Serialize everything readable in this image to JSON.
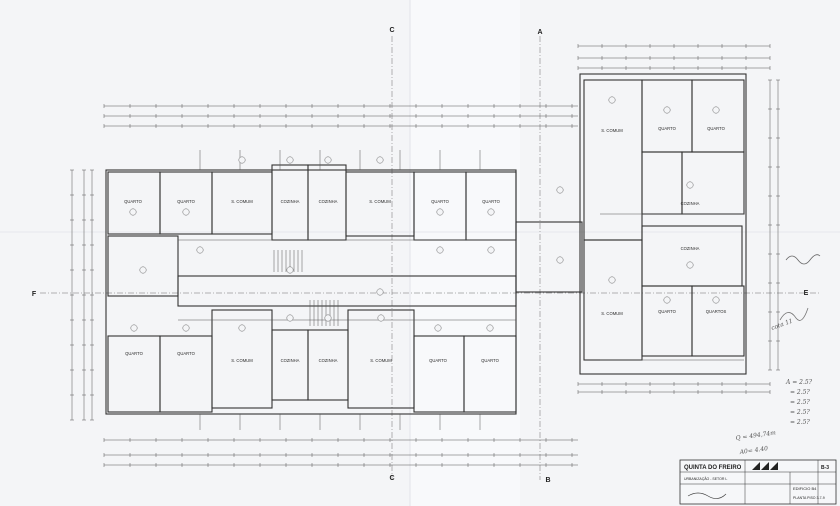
{
  "rooms": {
    "quarto": "QUARTO",
    "s_comum": "S. COMUM",
    "cozinha": "COZINHA",
    "quartos": "QUARTOS"
  },
  "axis_markers": {
    "top_c": "C",
    "top_a": "A",
    "left_f": "F",
    "right_e": "E",
    "bottom_c": "C",
    "bottom_b": "B"
  },
  "title_block": {
    "project": "QUINTA DO FREIRO",
    "subtitle": "URBANIZAÇÃO - SETOR L",
    "building": "EDIFICIO B4",
    "drawing": "PLANTA PISO 3-7-9",
    "sheet_no": "B-3"
  },
  "annotations": {
    "side_list": [
      "A = 2.5?",
      "= 2.5?",
      "= 2.5?",
      "= 2.5?",
      "= 2.5?"
    ],
    "side_note_1": "cota 11",
    "side_note_2": "Q = 494,74m",
    "side_note_3": "A0= 4.40"
  },
  "colors": {
    "paper": "#f4f5f7",
    "line": "#3a3a3a",
    "faint": "#9a9a9a"
  }
}
